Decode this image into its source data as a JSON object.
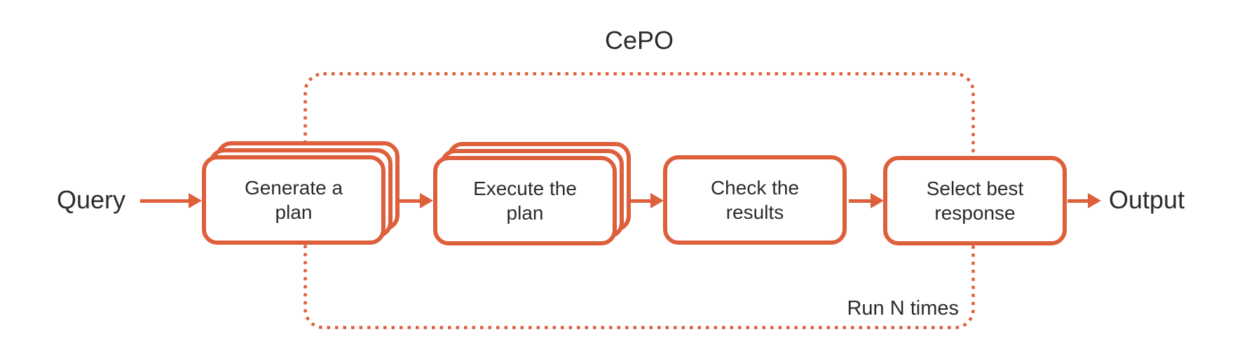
{
  "diagram": {
    "title": "CePO",
    "input_label": "Query",
    "output_label": "Output",
    "loop_label": "Run N times",
    "steps": [
      {
        "label": "Generate a plan"
      },
      {
        "label": "Execute the plan"
      },
      {
        "label": "Check the results"
      },
      {
        "label": "Select best response"
      }
    ],
    "colors": {
      "accent": "#DD5F3B",
      "text": "#2B2B2B",
      "background": "#FFFFFF"
    }
  }
}
